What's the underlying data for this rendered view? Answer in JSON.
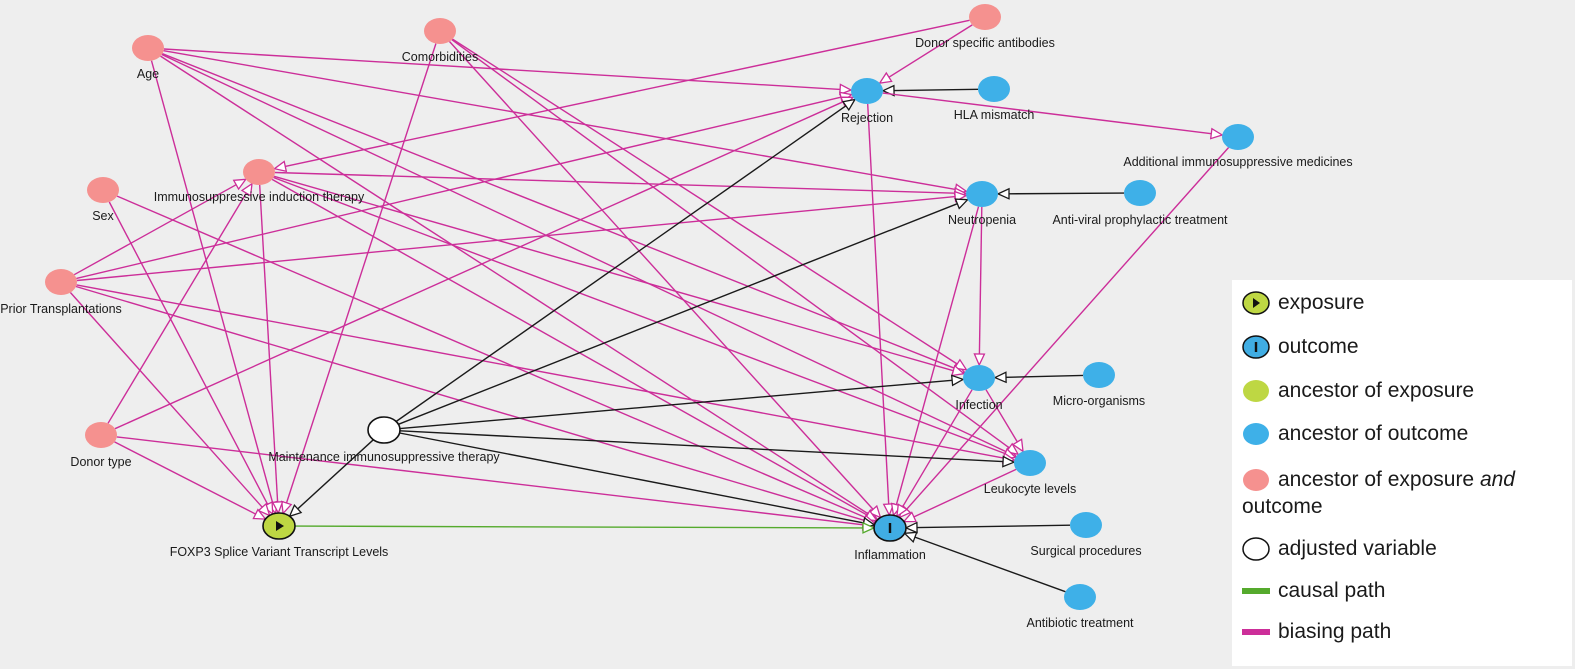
{
  "colors": {
    "background": "#eeeeee",
    "biasing": "#cc2e99",
    "causal": "#55aa2d",
    "adjusted_edge": "#1a1a1a",
    "exposure_fill": "#bed743",
    "outcome_fill": "#40ade3",
    "ancestor_outcome_fill": "#3eb0e8",
    "ancestor_both_fill": "#f5918f",
    "adjusted_fill": "#ffffff"
  },
  "nodes": [
    {
      "id": "age",
      "label": "Age",
      "role": "both"
    },
    {
      "id": "comorbidities",
      "label": "Comorbidities",
      "role": "both"
    },
    {
      "id": "dsa",
      "label": "Donor specific antibodies",
      "role": "both"
    },
    {
      "id": "rejection",
      "label": "Rejection",
      "role": "outcome-anc"
    },
    {
      "id": "hla",
      "label": "HLA mismatch",
      "role": "outcome-anc"
    },
    {
      "id": "addimm",
      "label": "Additional immunosuppressive medicines",
      "role": "outcome-anc"
    },
    {
      "id": "sex",
      "label": "Sex",
      "role": "both"
    },
    {
      "id": "induction",
      "label": "Immunosuppressive induction therapy",
      "role": "both"
    },
    {
      "id": "neutropenia",
      "label": "Neutropenia",
      "role": "outcome-anc"
    },
    {
      "id": "antiviral",
      "label": "Anti-viral prophylactic treatment",
      "role": "outcome-anc"
    },
    {
      "id": "prior",
      "label": "Prior Transplantations",
      "role": "both"
    },
    {
      "id": "infection",
      "label": "Infection",
      "role": "outcome-anc"
    },
    {
      "id": "micro",
      "label": "Micro-organisms",
      "role": "outcome-anc"
    },
    {
      "id": "donortype",
      "label": "Donor type",
      "role": "both"
    },
    {
      "id": "maintenance",
      "label": "Maintenance immunosuppressive therapy",
      "role": "adjusted"
    },
    {
      "id": "leukocyte",
      "label": "Leukocyte levels",
      "role": "outcome-anc"
    },
    {
      "id": "foxp3",
      "label": "FOXP3 Splice Variant Transcript Levels",
      "role": "exposure"
    },
    {
      "id": "inflammation",
      "label": "Inflammation",
      "role": "outcome"
    },
    {
      "id": "surgical",
      "label": "Surgical procedures",
      "role": "outcome-anc"
    },
    {
      "id": "antibiotic",
      "label": "Antibiotic treatment",
      "role": "outcome-anc"
    }
  ],
  "edges": [
    {
      "from": "age",
      "to": "rejection",
      "type": "biasing"
    },
    {
      "from": "age",
      "to": "neutropenia",
      "type": "biasing"
    },
    {
      "from": "age",
      "to": "infection",
      "type": "biasing"
    },
    {
      "from": "age",
      "to": "leukocyte",
      "type": "biasing"
    },
    {
      "from": "age",
      "to": "foxp3",
      "type": "biasing"
    },
    {
      "from": "age",
      "to": "inflammation",
      "type": "biasing"
    },
    {
      "from": "comorbidities",
      "to": "infection",
      "type": "biasing"
    },
    {
      "from": "comorbidities",
      "to": "leukocyte",
      "type": "biasing"
    },
    {
      "from": "comorbidities",
      "to": "inflammation",
      "type": "biasing"
    },
    {
      "from": "comorbidities",
      "to": "foxp3",
      "type": "biasing"
    },
    {
      "from": "dsa",
      "to": "rejection",
      "type": "biasing"
    },
    {
      "from": "dsa",
      "to": "induction",
      "type": "biasing"
    },
    {
      "from": "hla",
      "to": "rejection",
      "type": "adjusted"
    },
    {
      "from": "rejection",
      "to": "addimm",
      "type": "biasing"
    },
    {
      "from": "rejection",
      "to": "inflammation",
      "type": "biasing"
    },
    {
      "from": "addimm",
      "to": "inflammation",
      "type": "biasing"
    },
    {
      "from": "sex",
      "to": "foxp3",
      "type": "biasing"
    },
    {
      "from": "sex",
      "to": "inflammation",
      "type": "biasing"
    },
    {
      "from": "induction",
      "to": "neutropenia",
      "type": "biasing"
    },
    {
      "from": "induction",
      "to": "infection",
      "type": "biasing"
    },
    {
      "from": "induction",
      "to": "leukocyte",
      "type": "biasing"
    },
    {
      "from": "induction",
      "to": "foxp3",
      "type": "biasing"
    },
    {
      "from": "induction",
      "to": "inflammation",
      "type": "biasing"
    },
    {
      "from": "antiviral",
      "to": "neutropenia",
      "type": "adjusted"
    },
    {
      "from": "neutropenia",
      "to": "infection",
      "type": "biasing"
    },
    {
      "from": "neutropenia",
      "to": "inflammation",
      "type": "biasing"
    },
    {
      "from": "prior",
      "to": "rejection",
      "type": "biasing"
    },
    {
      "from": "prior",
      "to": "neutropenia",
      "type": "biasing"
    },
    {
      "from": "prior",
      "to": "induction",
      "type": "biasing"
    },
    {
      "from": "prior",
      "to": "leukocyte",
      "type": "biasing"
    },
    {
      "from": "prior",
      "to": "foxp3",
      "type": "biasing"
    },
    {
      "from": "prior",
      "to": "inflammation",
      "type": "biasing"
    },
    {
      "from": "micro",
      "to": "infection",
      "type": "adjusted"
    },
    {
      "from": "infection",
      "to": "inflammation",
      "type": "biasing"
    },
    {
      "from": "infection",
      "to": "leukocyte",
      "type": "biasing"
    },
    {
      "from": "donortype",
      "to": "rejection",
      "type": "biasing"
    },
    {
      "from": "donortype",
      "to": "induction",
      "type": "biasing"
    },
    {
      "from": "donortype",
      "to": "foxp3",
      "type": "biasing"
    },
    {
      "from": "donortype",
      "to": "inflammation",
      "type": "biasing"
    },
    {
      "from": "maintenance",
      "to": "rejection",
      "type": "adjusted"
    },
    {
      "from": "maintenance",
      "to": "neutropenia",
      "type": "adjusted"
    },
    {
      "from": "maintenance",
      "to": "infection",
      "type": "adjusted"
    },
    {
      "from": "maintenance",
      "to": "leukocyte",
      "type": "adjusted"
    },
    {
      "from": "maintenance",
      "to": "inflammation",
      "type": "adjusted"
    },
    {
      "from": "maintenance",
      "to": "foxp3",
      "type": "adjusted"
    },
    {
      "from": "leukocyte",
      "to": "inflammation",
      "type": "biasing"
    },
    {
      "from": "surgical",
      "to": "inflammation",
      "type": "adjusted"
    },
    {
      "from": "antibiotic",
      "to": "inflammation",
      "type": "adjusted"
    },
    {
      "from": "foxp3",
      "to": "inflammation",
      "type": "causal"
    }
  ],
  "legend": {
    "exposure": "exposure",
    "outcome": "outcome",
    "ancestor_exposure": "ancestor of exposure",
    "ancestor_outcome": "ancestor of outcome",
    "ancestor_both_pre": "ancestor of exposure ",
    "ancestor_both_em": "and",
    "ancestor_both_post": "outcome",
    "adjusted": "adjusted variable",
    "causal_path": "causal path",
    "biasing_path": "biasing path"
  }
}
